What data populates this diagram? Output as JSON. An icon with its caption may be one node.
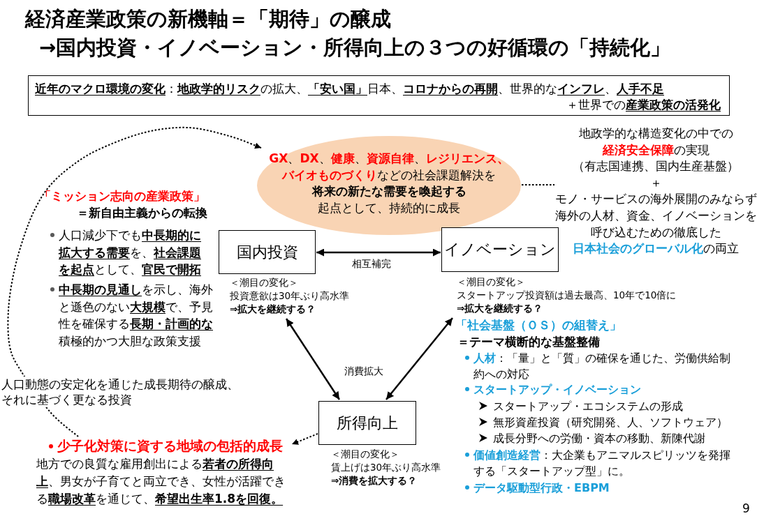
{
  "diagram": {
    "title": "経済産業政策の新機軸＝「期待」の醸成",
    "nodes": [
      {
        "text": [
          "**近年のマクロ環境の変化**：**地政学的リスク**の拡大、**「安い国」**日本、**コロナからの再開**、世界的な**インフレ**、**人手不足**",
          "＋世界での**産業政策の活発化**"
        ]
      },
      {
        "text": [
          "**GX**、**DX**、**健康**、**資源自律**、**レジリエンス、バイオものづくり**などの社会課題解決を",
          "将来の新たな需要を喚起する",
          "起点として、持続的に成長"
        ]
      },
      {
        "text": [
          "地政学的な構造変化の中での**経済安全保障**の実現",
          "（有志国連携、国内生産基盤）",
          "＋",
          "モノ・サービスの海外展開のみならず海外の人材、資金、イノベーションを呼び込むための徹底した",
          "**日本社会のグローバル化**の両立"
        ]
      },
      {
        "text": [
          "国内投資"
        ],
        "beside": [
          "＜潮目の変化＞",
          "投資意欲は30年ぶり高水準",
          "⇒拡大を継続する？"
        ]
      },
      {
        "text": [
          "イノベーション"
        ],
        "beside": [
          "＜潮目の変化＞",
          "スタートアップ投資額は過去最高、10年で10倍に",
          "⇒拡大を継続する？"
        ]
      },
      {
        "text": [
          "所得向上"
        ],
        "beside": [
          "＜潮目の変化＞",
          "賃上げは30年ぶり高水準",
          "⇒消費を拡大する？"
        ]
      },
      {
        "text": [
          "少子化対策に資する地域の包括的成長",
          "地方での良質な雇用創出による**若者の所得向上**、男女が子育てと両立でき、女性が活躍できる**職場改革**を通じて、**希望出生率1.8を回復。**"
        ]
      }
    ],
    "edges": [
      {
        "from": 3,
        "to": 4,
        "arrow": "both",
        "label": "相互補完"
      },
      {
        "from": 3,
        "to": 5,
        "arrow": "both",
        "label": "消費拡大"
      },
      {
        "from": 4,
        "to": 5,
        "arrow": "both"
      },
      {
        "from": 1,
        "to": 2,
        "arrow": "none",
        "style": "dashed"
      },
      {
        "from": 5,
        "to": 6,
        "arrow": "to",
        "style": "dashed"
      },
      {
        "from": 6,
        "to": 1,
        "arrow": "to",
        "style": "dashed",
        "label": "人口動態の安定化を通じた成長期待の醸成、それに基づく更なる投資"
      }
    ],
    "labels": [
      "→国内投資・イノベーション・所得向上の３つの好循環の「持続化」",
      "「ミッション志向の産業政策」",
      "＝新自由主義からの転換",
      "人口減少下でも**中長期的に拡大する需要**を、**社会課題を起点**として、**官民で開拓**",
      "**中長期の見通し**を示し、海外と遜色のない**大規模**で、予見性を確保する**長期・計画的な**積極的かつ大胆な政策支援",
      "「社会基盤（ＯＳ）の組替え」",
      "＝テーマ横断的な基盤整備",
      "**人材**：「量」と「質」の確保を通じた、労働供給制約への対応",
      "スタートアップ・イノベーション",
      "スタートアップ・エコシステムの形成",
      "無形資産投資（研究開発、人、ソフトウェア）",
      "成長分野への労働・資本の移動、新陳代謝",
      "**価値創造経営**：大企業もアニマルスピリッツを発揮する「スタートアップ型」に。",
      "データ駆動型行政・EBPM",
      "9"
    ]
  }
}
